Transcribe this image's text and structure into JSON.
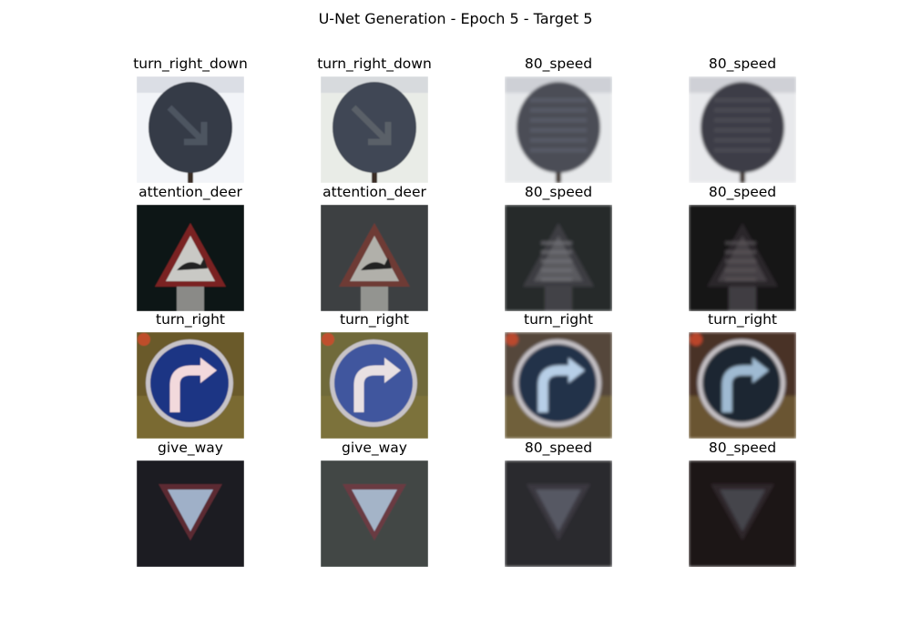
{
  "figure": {
    "title": "U-Net Generation - Epoch 5 - Target 5"
  },
  "rows": [
    {
      "icon": "sign-turn-right-down-icon",
      "cells": [
        {
          "label": "turn_right_down",
          "bg": "#f2f4f8",
          "tone": "#343a46",
          "glyph": "#4d5461",
          "style": "clean"
        },
        {
          "label": "turn_right_down",
          "bg": "#e9ece7",
          "tone": "#3f4654",
          "glyph": "#5a6068",
          "style": "clean"
        },
        {
          "label": "80_speed",
          "bg": "#e6e8ea",
          "tone": "#4b4d57",
          "glyph": "#666874",
          "style": "blur"
        },
        {
          "label": "80_speed",
          "bg": "#e8e9ec",
          "tone": "#3d3d47",
          "glyph": "#5a5760",
          "style": "blur"
        }
      ]
    },
    {
      "icon": "sign-attention-deer-icon",
      "cells": [
        {
          "label": "attention_deer",
          "bg": "#111318",
          "tone": "#7a2224",
          "glyph": "#c9c9c5",
          "style": "clean"
        },
        {
          "label": "attention_deer",
          "bg": "#3c4043",
          "tone": "#6e3a36",
          "glyph": "#b1b0aa",
          "style": "clean"
        },
        {
          "label": "80_speed",
          "bg": "#28292c",
          "tone": "#3d3d42",
          "glyph": "#77777b",
          "style": "blur"
        },
        {
          "label": "80_speed",
          "bg": "#151214",
          "tone": "#2b272b",
          "glyph": "#5f5a5e",
          "style": "blur"
        }
      ]
    },
    {
      "icon": "sign-turn-right-icon",
      "cells": [
        {
          "label": "turn_right",
          "bg": "#6a5a2c",
          "tone": "#1f3484",
          "glyph": "#f2d9dc",
          "style": "clean"
        },
        {
          "label": "turn_right",
          "bg": "#6f6b3a",
          "tone": "#3f579e",
          "glyph": "#e8e0e2",
          "style": "clean"
        },
        {
          "label": "turn_right",
          "bg": "#54463b",
          "tone": "#24324a",
          "glyph": "#b7cfe7",
          "style": "blur"
        },
        {
          "label": "turn_right",
          "bg": "#4a3028",
          "tone": "#1c2733",
          "glyph": "#9fbad2",
          "style": "blur"
        }
      ]
    },
    {
      "icon": "sign-give-way-icon",
      "cells": [
        {
          "label": "give_way",
          "bg": "#1c1d20",
          "tone": "#5b2a33",
          "glyph": "#9fb0c8",
          "style": "clean"
        },
        {
          "label": "give_way",
          "bg": "#434645",
          "tone": "#6a3b43",
          "glyph": "#a4b4c8",
          "style": "clean"
        },
        {
          "label": "80_speed",
          "bg": "#2c2b2e",
          "tone": "#3a3940",
          "glyph": "#727886",
          "style": "blur"
        },
        {
          "label": "80_speed",
          "bg": "#1c1718",
          "tone": "#2d2729",
          "glyph": "#5e6270",
          "style": "blur"
        }
      ]
    }
  ]
}
